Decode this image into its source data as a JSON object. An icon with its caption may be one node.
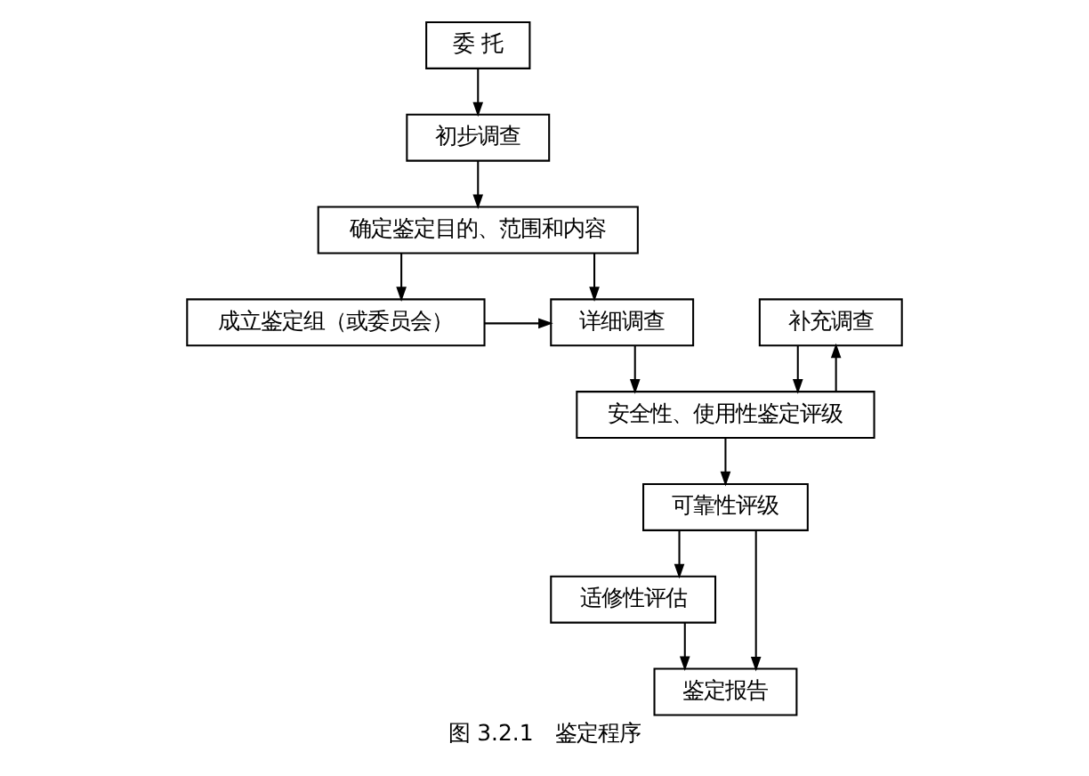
{
  "diagram": {
    "caption": "图 3.2.1　鉴定程序",
    "nodes": [
      {
        "text": [
          "委 托"
        ]
      },
      {
        "text": [
          "初步调查"
        ]
      },
      {
        "text": [
          "确定鉴定目的、范围和内容"
        ]
      },
      {
        "text": [
          "成立鉴定组（或委员会）"
        ]
      },
      {
        "text": [
          "详细调查"
        ]
      },
      {
        "text": [
          "补充调查"
        ]
      },
      {
        "text": [
          "安全性、使用性鉴定评级"
        ]
      },
      {
        "text": [
          "可靠性评级"
        ]
      },
      {
        "text": [
          "适修性评估"
        ]
      },
      {
        "text": [
          "鉴定报告"
        ]
      }
    ],
    "edges": [
      {
        "from": 0,
        "to": 1,
        "arrow": "to"
      },
      {
        "from": 1,
        "to": 2,
        "arrow": "to"
      },
      {
        "from": 2,
        "to": 3,
        "arrow": "to"
      },
      {
        "from": 2,
        "to": 4,
        "arrow": "to"
      },
      {
        "from": 3,
        "to": 4,
        "arrow": "to"
      },
      {
        "from": 4,
        "to": 6,
        "arrow": "to"
      },
      {
        "from": 5,
        "to": 6,
        "arrow": "to"
      },
      {
        "from": 6,
        "to": 5,
        "arrow": "to"
      },
      {
        "from": 6,
        "to": 7,
        "arrow": "to"
      },
      {
        "from": 7,
        "to": 8,
        "arrow": "to"
      },
      {
        "from": 7,
        "to": 9,
        "arrow": "to"
      },
      {
        "from": 8,
        "to": 9,
        "arrow": "to"
      }
    ]
  }
}
